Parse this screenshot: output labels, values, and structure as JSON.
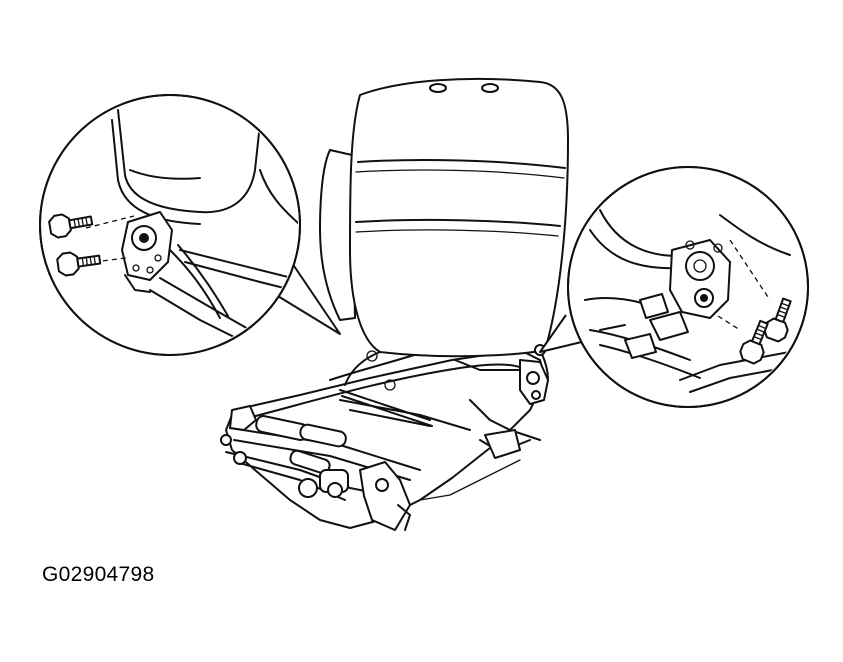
{
  "figure": {
    "code": "G02904798"
  },
  "parts": {
    "seat_back": "seat-back",
    "seat_frame": "seat-frame",
    "left_detail": "left-hinge-detail",
    "right_detail": "right-hinge-detail",
    "bolt_icon": "bolt-icon"
  }
}
